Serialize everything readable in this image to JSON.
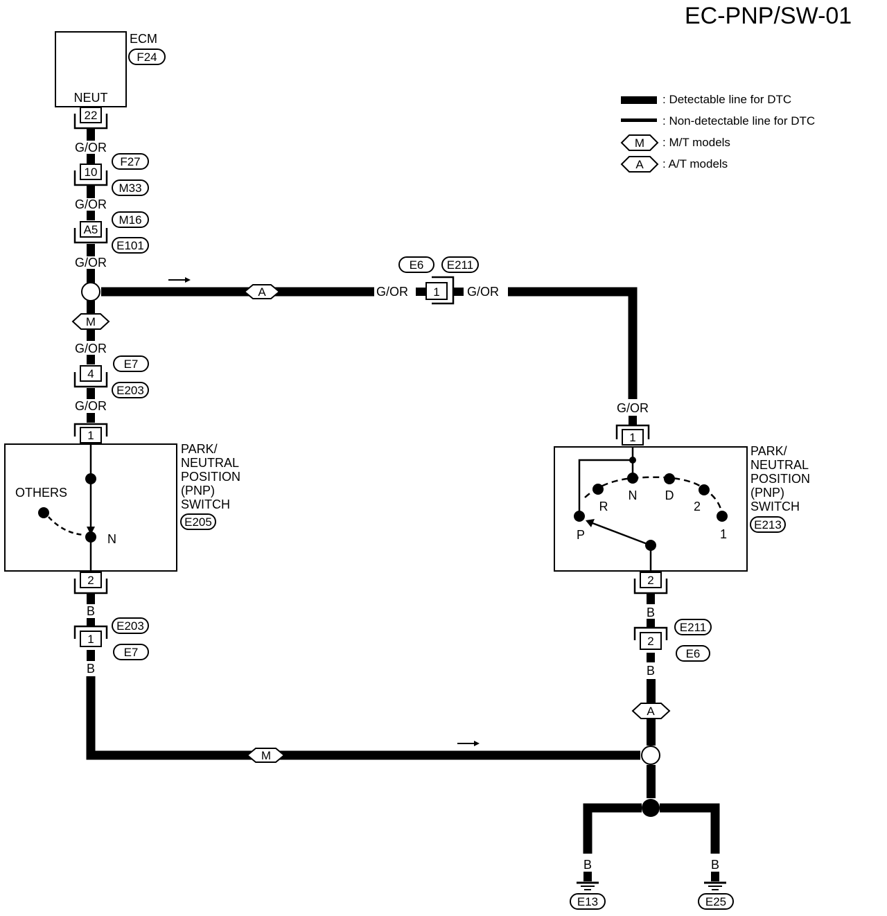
{
  "title": "EC-PNP/SW-01",
  "legend": {
    "detectable": ": Detectable line for DTC",
    "non_detectable": ": Non-detectable line for DTC",
    "mt_symbol": "M",
    "mt_text": ": M/T models",
    "at_symbol": "A",
    "at_text": ": A/T models"
  },
  "ecm": {
    "name": "ECM",
    "connector": "F24",
    "terminal_label": "NEUT",
    "terminal": "22"
  },
  "wire_color_gor": "G/OR",
  "wire_color_b": "B",
  "left": {
    "c1_pin": "10",
    "c1_tag_a": "F27",
    "c1_tag_b": "M33",
    "c2_pin": "A5",
    "c2_tag_a": "M16",
    "c2_tag_b": "E101",
    "mt_marker": "M",
    "c3_pin": "4",
    "c3_tag_a": "E7",
    "c3_tag_b": "E203",
    "sw_pin_top": "1",
    "sw_pin_bottom": "2",
    "sw_others": "OTHERS",
    "sw_n": "N",
    "sw_name_1": "PARK/",
    "sw_name_2": "NEUTRAL",
    "sw_name_3": "POSITION",
    "sw_name_4": "(PNP)",
    "sw_name_5": "SWITCH",
    "sw_connector": "E205",
    "c4_pin": "1",
    "c4_tag_a": "E203",
    "c4_tag_b": "E7",
    "bottom_marker": "M"
  },
  "right": {
    "at_marker": "A",
    "c5_tag_a": "E6",
    "c5_tag_b": "E211",
    "c5_pin": "1",
    "sw_pin_top": "1",
    "sw_pin_bottom": "2",
    "pos_p": "P",
    "pos_r": "R",
    "pos_n": "N",
    "pos_d": "D",
    "pos_2": "2",
    "pos_1": "1",
    "sw_name_1": "PARK/",
    "sw_name_2": "NEUTRAL",
    "sw_name_3": "POSITION",
    "sw_name_4": "(PNP)",
    "sw_name_5": "SWITCH",
    "sw_connector": "E213",
    "c6_pin": "2",
    "c6_tag_a": "E211",
    "c6_tag_b": "E6",
    "at_marker2": "A",
    "ground_1": "E13",
    "ground_2": "E25"
  }
}
